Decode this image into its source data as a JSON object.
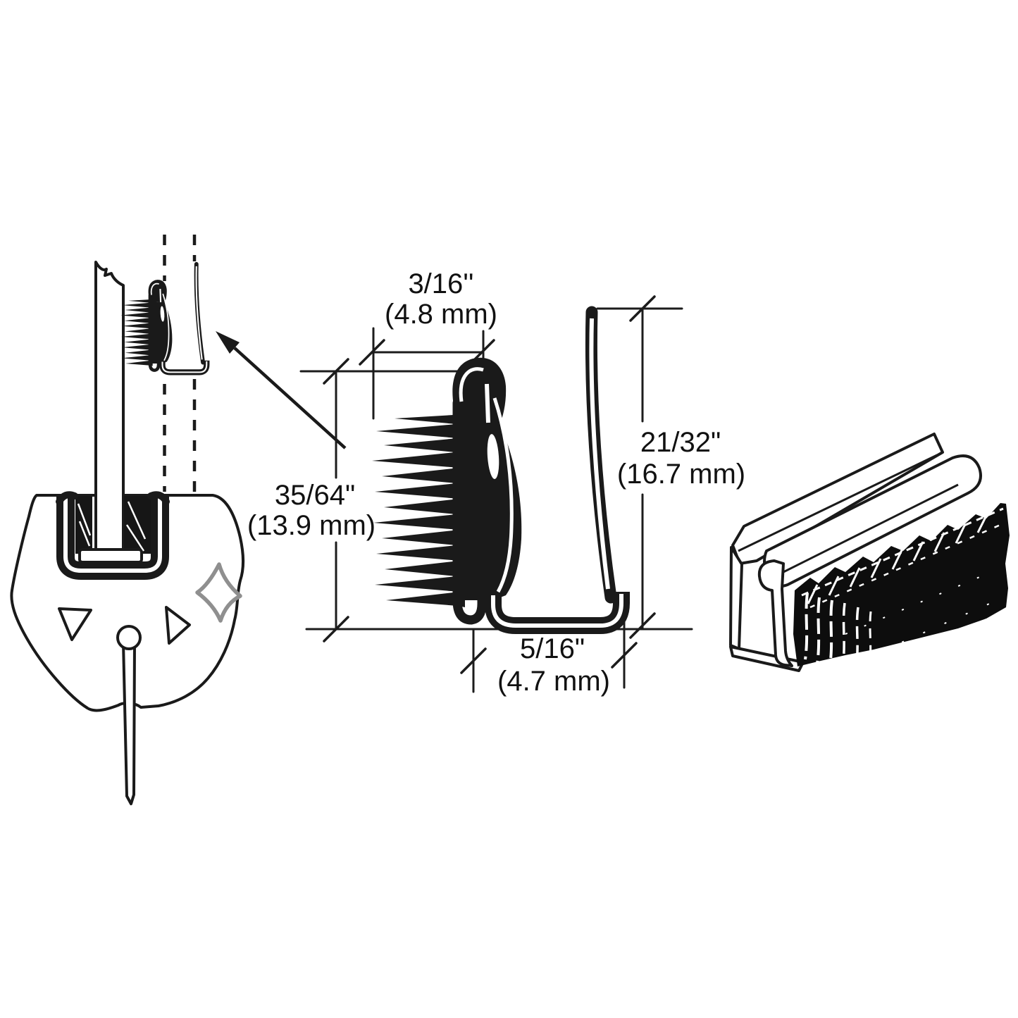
{
  "colors": {
    "background": "#ffffff",
    "ink": "#1a1a1a",
    "dimension_text": "#111111",
    "diamond_outline": "#8f8f8f"
  },
  "dimensions": {
    "slot_width": {
      "inches": "3/16''",
      "metric": "(4.8 mm)"
    },
    "brush_height": {
      "inches": "35/64\"",
      "metric": "(13.9 mm)"
    },
    "fin_height": {
      "inches": "21/32\"",
      "metric": "(16.7 mm)"
    },
    "base_width": {
      "inches": "5/16\"",
      "metric": "(4.7 mm)"
    }
  }
}
